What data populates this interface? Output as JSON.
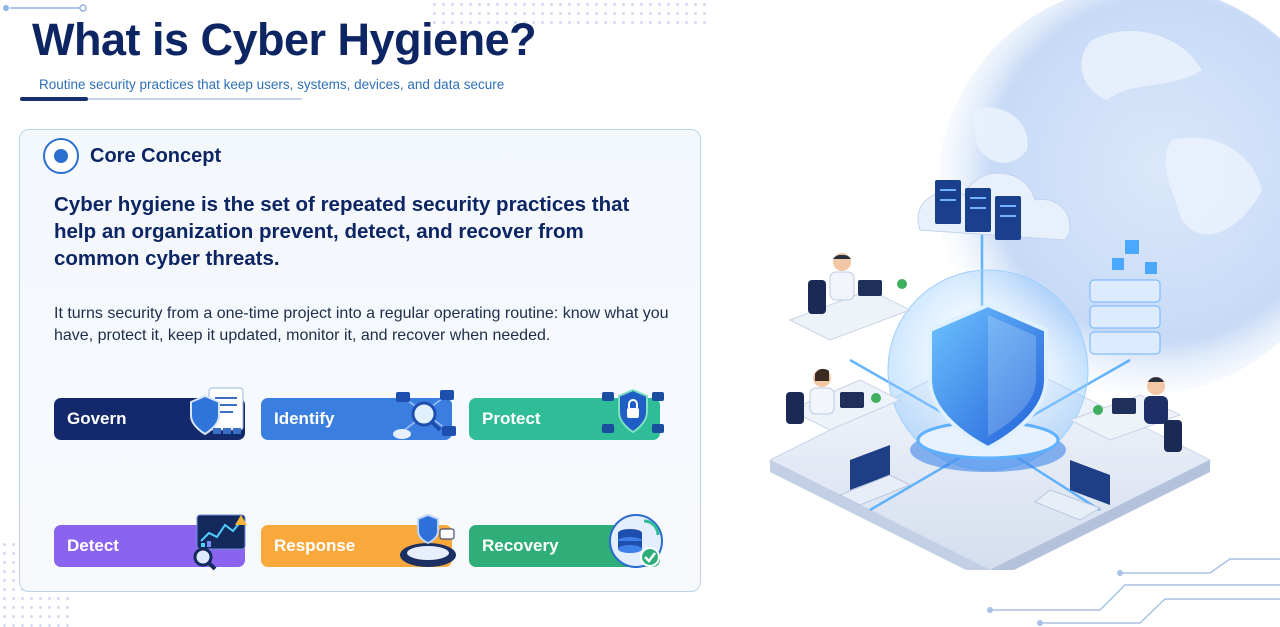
{
  "header": {
    "title": "What is Cyber Hygiene?",
    "subtitle": "Routine security practices that keep users, systems, devices, and data secure"
  },
  "card": {
    "section_label": "Core Concept",
    "lead": "Cyber hygiene is the set of repeated security practices that help an organization prevent, detect, and recover from common cyber threats.",
    "body": "It turns security from a one-time project into a regular operating routine: know what you have, protect it, keep it updated, monitor it, and recover when needed."
  },
  "pillars": [
    {
      "label": "Govern",
      "color": "#13296b",
      "icon": "policy-shield-icon"
    },
    {
      "label": "Identify",
      "color": "#3a7fe0",
      "icon": "network-search-icon"
    },
    {
      "label": "Protect",
      "color": "#2ebd96",
      "icon": "lock-shield-icon"
    },
    {
      "label": "Detect",
      "color": "#8a63ee",
      "icon": "monitoring-dashboard-icon"
    },
    {
      "label": "Response",
      "color": "#f9a93c",
      "icon": "response-ring-icon"
    },
    {
      "label": "Recovery",
      "color": "#2fae7a",
      "icon": "database-restore-icon"
    }
  ],
  "illustration": {
    "icon": "cyber-security-office-illustration",
    "accent": "#3a8dff"
  }
}
